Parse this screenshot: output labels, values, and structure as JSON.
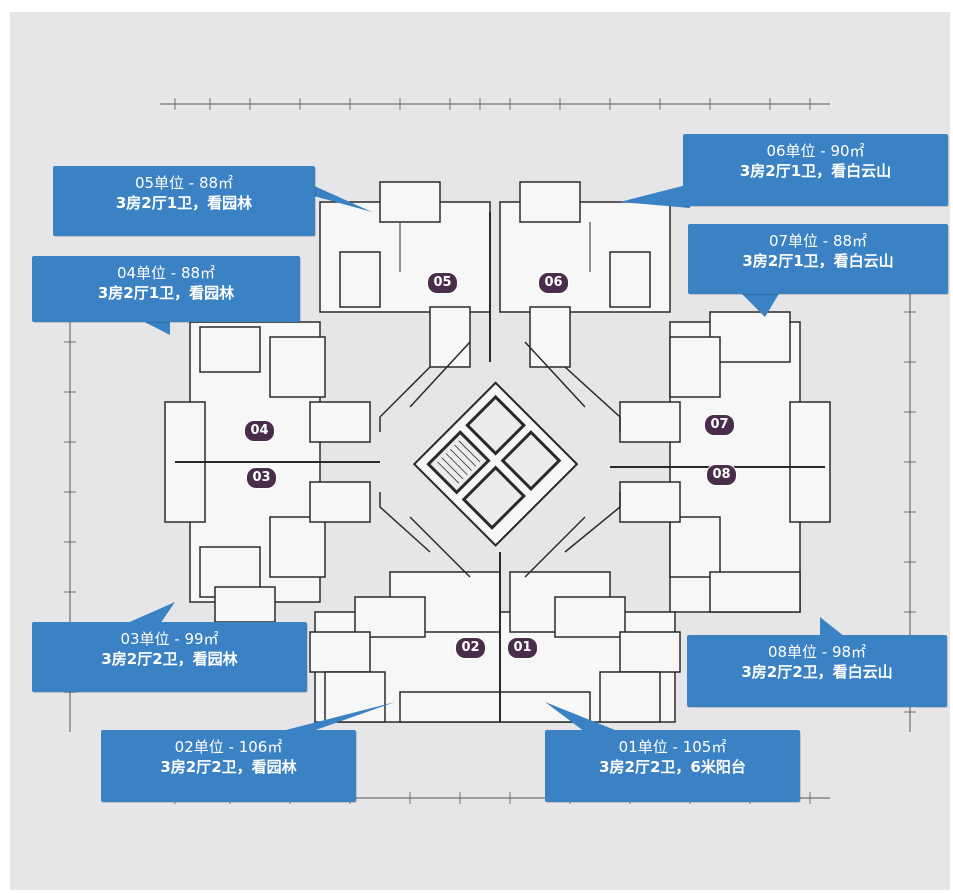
{
  "units": [
    {
      "id": "05",
      "badge": "05",
      "area_line": "05单位 - 88㎡",
      "desc_line": "3房2厅1卫，看园林"
    },
    {
      "id": "06",
      "badge": "06",
      "area_line": "06单位 - 90㎡",
      "desc_line": "3房2厅1卫，看白云山"
    },
    {
      "id": "07",
      "badge": "07",
      "area_line": "07单位 - 88㎡",
      "desc_line": "3房2厅1卫，看白云山"
    },
    {
      "id": "04",
      "badge": "04",
      "area_line": "04单位 - 88㎡",
      "desc_line": "3房2厅1卫，看园林"
    },
    {
      "id": "03",
      "badge": "03",
      "area_line": "03单位 - 99㎡",
      "desc_line": "3房2厅2卫，看园林"
    },
    {
      "id": "08",
      "badge": "08",
      "area_line": "08单位 - 98㎡",
      "desc_line": "3房2厅2卫，看白云山"
    },
    {
      "id": "02",
      "badge": "02",
      "area_line": "02单位 - 106㎡",
      "desc_line": "3房2厅2卫，看园林"
    },
    {
      "id": "01",
      "badge": "01",
      "area_line": "01单位 - 105㎡",
      "desc_line": "3房2厅2卫，6米阳台"
    }
  ],
  "colors": {
    "callout": "#3b82c4",
    "badge": "#4a2d4a",
    "background": "#e6e6e8",
    "wall": "#2a2a2a",
    "room": "#f7f7f7"
  }
}
